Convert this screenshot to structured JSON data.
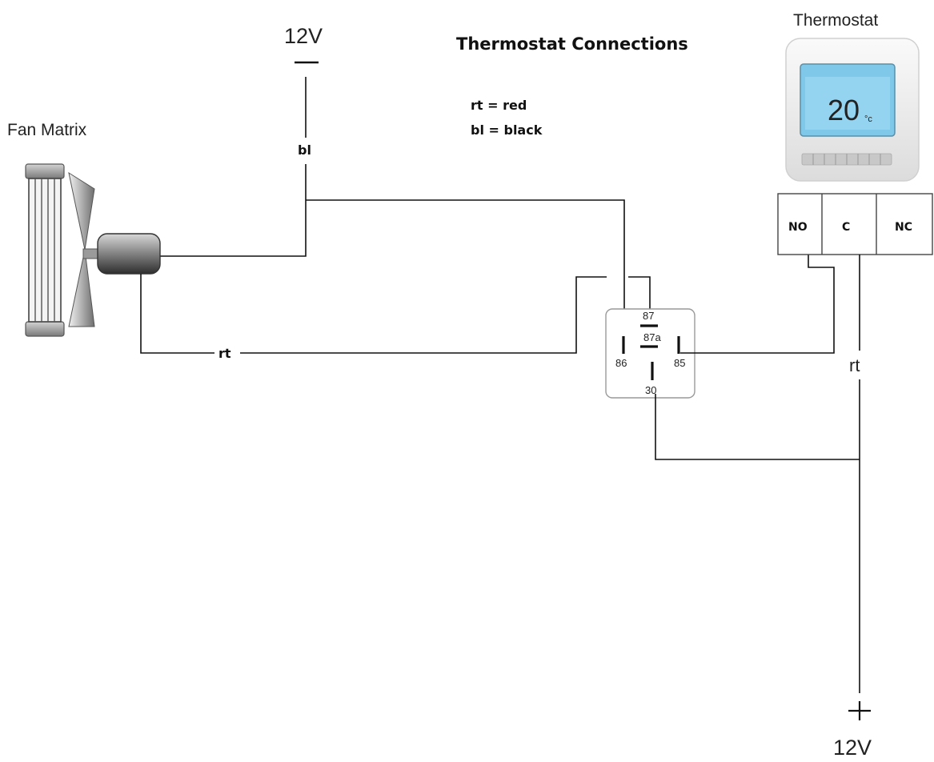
{
  "title": "Thermostat Connections",
  "legend": {
    "rt": "rt = red",
    "bl": "bl = black"
  },
  "labels": {
    "fan_matrix": "Fan Matrix",
    "thermostat": "Thermostat",
    "supply_top": "12V",
    "supply_bottom": "12V",
    "wire_bl": "bl",
    "wire_rt_fan": "rt",
    "wire_rt_supply": "rt"
  },
  "thermostat_display": {
    "reading": "20",
    "unit": "°c"
  },
  "thermostat_terminals": [
    "NO",
    "C",
    "NC"
  ],
  "relay_pins": {
    "p87": "87",
    "p87a": "87a",
    "p86": "86",
    "p85": "85",
    "p30": "30"
  },
  "colors": {
    "wire": "#111111",
    "display": "#7fc8ea"
  }
}
